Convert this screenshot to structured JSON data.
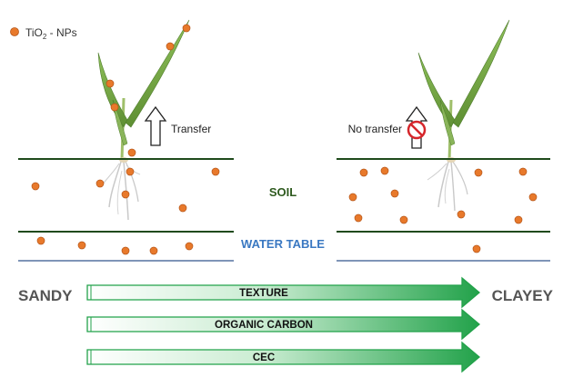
{
  "legend": {
    "label_main": "TiO",
    "label_sub": "2",
    "label_tail": " - NPs"
  },
  "panels": {
    "left": {
      "arrow_label": "Transfer"
    },
    "right": {
      "arrow_label": "No transfer"
    }
  },
  "layers": {
    "soil": "SOIL",
    "water_table": "WATER TABLE"
  },
  "gradient": {
    "start_label": "SANDY",
    "end_label": "CLAYEY",
    "bars": [
      "TEXTURE",
      "ORGANIC CARBON",
      "CEC"
    ]
  },
  "colors": {
    "particle": "#e8792b",
    "particle_stroke": "#b5561a",
    "soil_line": "#1f4a1c",
    "water_line": "#7f95b8",
    "soil_text": "#2e5a1e",
    "water_text": "#3a78c2",
    "gray_text": "#555555",
    "arrow_green": "#22a24a",
    "leaf": "#7cab4a",
    "leaf_dark": "#4f7d2c",
    "no_sign": "#d6262b"
  }
}
